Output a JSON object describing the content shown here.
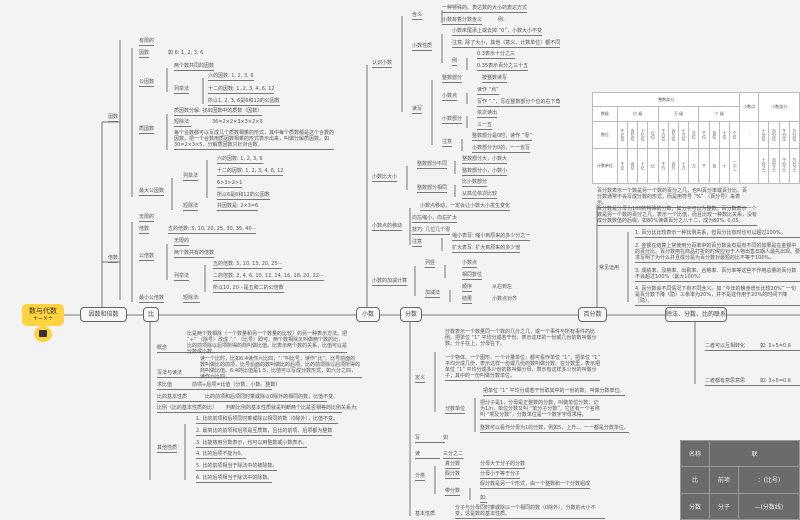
{
  "root": {
    "title": "数与代数",
    "ops": "+−×÷"
  },
  "spine": {
    "n1": "因数和倍数",
    "n2": "比",
    "n3": "小数",
    "n4": "分数",
    "n5": "百分数",
    "n6": "除法、分数、比的联系"
  },
  "factors": {
    "title": "因数",
    "finite": "有限的",
    "factor": "因数",
    "factor_ex": "如 6: 1, 2, 3, 6",
    "common": "公因数",
    "common_def": "两个数共同的因数",
    "list": "列举法",
    "six": "六的因数: 1, 2, 3, 6",
    "twelve": "十二的因数: 1, 2, 3, 4, 6, 12",
    "so": "所以1, 2, 3, 6是6和12的公因数",
    "prime": "质因数",
    "prime_split": "质因数分解: 找出因数中的质数（因数）",
    "short": "短除法:",
    "short_ex": "36=2×2×3×3×2×3",
    "prime_text": "每个合数都可以写成几个质数相乘的形式，其中每个质数都是这个合数的因数。把一个合数用质因数相乘的形式表示出来，叫做分解质因数。如30=2×3×5，分解质因数只针对合数。",
    "gcd": "最大公因数",
    "gcd_list": "列举法",
    "gcd_six": "六的因数: 1, 2, 3, 6",
    "gcd_twelve": "十二的因数: 1, 2, 3, 4, 6, 12",
    "gcd_order": "6>3>2>1",
    "gcd_so": "所以6是6和12的公因数",
    "gcd_short": "短除法",
    "gcd_res": "共因数是: 2×3=6"
  },
  "multiples": {
    "title": "倍数",
    "infinite": "无限的",
    "multiple": "倍数",
    "multiple_ex": "五的倍数: 5, 10, 20, 25, 30, 35, 40···",
    "common": "公倍数",
    "c_inf": "无限的",
    "c_def": "两个数共有的倍数",
    "list": "列举法",
    "five": "五的倍数: 5, 10, 15, 20, 25···",
    "two": "二的倍数: 2, 4, 6, 10, 12, 14, 16, 18, 20, 22···",
    "so": "所以10, 20···是五和二的公倍数",
    "lcm": "最小公倍数",
    "lcm_short": "短除法:"
  },
  "ratio": {
    "concept": "概念",
    "concept_text": "比是两个数相除（一个数量和另一个数量的比较）的另一种表示方法。把 “÷” （除号）改成 “:” （比号）即可。两个数相除又叫做两个数的比，比的前项除以后项所得的商叫做比值。比表示两个数的关系，比值可以是分数或小数。",
    "write": "写法与读法",
    "write_text": "读一个比时，比如6:4读作六比四，“:”叫比号，读作“比”。比号前面的数叫做比的前项，比号后面的数叫做比的后项。比的前项除以后项所得的商叫做比值。6:4的比值是1.5，比值可以写成分数形式，如六分之四，读作六比四。",
    "value": "求比值",
    "value_text": "前项÷后项=比值（分数、小数、整数）",
    "prop": "比的基本性质",
    "prop_text": "比的前项和后项同时乘或除以0除外的相同的数，比值不变。",
    "prop2": "比例（比的基本性质的比）",
    "prop2_text": "判断比例的基本性质就是判断两个比是否相等的比例关系为: ",
    "other": "其他性质",
    "others": [
      "1. 比的前项和后项同时乘或除以相同的数（0除外），比值不变。",
      "2. 最简比的前项和后项是互质数，且比的前项、后项都为整数",
      "3. 比能够用分数表示，也可以用整数或小数表示。",
      "4. 比的后项不能为0。",
      "5. 比的前项相当于除法中的被除数。",
      "6. 比的后项相当于除法中的除数。"
    ]
  },
  "decimal": {
    "know": "认识小数",
    "meaning": "含义",
    "meaning1": "一种特殊的、表达数的大小的表达方式",
    "meaning2": "小数有着分数含义",
    "eg": "例:",
    "nature": "小数性质",
    "nature1": "小数末尾添上或去掉 “0”，小数大小不变",
    "nature2": "注意: 除了大小，其他（意义、计数单位）都不同",
    "eg2": "例",
    "e1": "0.3表示十分之三",
    "e2": "0.35表示百分之三十五",
    "rw": "读写",
    "int": "整数部分",
    "int_r": "按整数读写",
    "point": "小数点",
    "point_r": "读作 “点”",
    "point_w": "写作 “.”，写在整数部分个位的右下角",
    "frac": "小数部分",
    "frac_r": "依次读出",
    "frac_e": "三一五",
    "note": "注意",
    "note1": "整数部分是0时，读作 “零”",
    "note2": "小数部分为0的，一一省写",
    "cmp": "小数比大小",
    "diff": "整数部分不同",
    "same": "整数部分相同",
    "d1": "整数部分大，小数大",
    "d2": "整数部分小，小数小",
    "s1": "比小数部分",
    "s2": "从高位依次比较",
    "move": "小数点的移动",
    "m0": "小数点移动，一定会让小数大小发生变化",
    "m1": "向左缩小，向右扩大",
    "m2": "技巧: 几位几个零",
    "m3": "注意",
    "m4": "缩小表写: 缩小到原来的多少分之一",
    "m5": "扩大表写: 扩大到原来的多少倍",
    "calc": "小数的加减计算",
    "col": "列竖",
    "c1": "小数点",
    "c2": "相同数位",
    "add": "加减法",
    "order": "顺序",
    "order_v": "从右到左",
    "res": "结果",
    "res_v": "小数点对齐"
  },
  "numtable": {
    "int_part": "整数部分",
    "point": "小数点",
    "dec_part": "小数部分",
    "classes": [
      "数级",
      "",
      "亿 级",
      "万 级",
      "个 级"
    ],
    "row_pos": "数位",
    "pos": [
      "千亿位",
      "百亿位",
      "十亿位",
      "亿位",
      "千万位",
      "百万位",
      "十万位",
      "万位",
      "千位",
      "百位",
      "十位",
      "个位"
    ],
    "dot": "·",
    "dec_pos": [
      "十分位",
      "百分位",
      "千分位",
      "万分位"
    ],
    "row_unit": "计数单位",
    "units": [
      "千亿",
      "百亿",
      "十亿",
      "亿",
      "千万",
      "百万",
      "十万",
      "万",
      "千",
      "百",
      "十",
      "一(个)"
    ],
    "dec_units": [
      "十分之一",
      "百分之一",
      "千分之一",
      "万分之一"
    ]
  },
  "percent": {
    "p1": "百分数表示一个数是另一个数的百分之几，也叫百分率或百分比。百分数通常不会写成分数的形式，而是用符号 “%” （百分号）来表示。",
    "p2": "百分数是分母为100的特殊的分数，其分子可以为整数。百分数表示一个数是另一个数的百分之几，表示一个比值，而且比较一种数比关系，没有成分数数值的后缀，如80%读做百分之八十二，成为80%, 0.05。",
    "usage": "常见运用",
    "items": [
      "1. 百分比比较表示一种比例关系，但百分比有时也可以超过100%。",
      "2. 金额在结算上常使用分百率中的百分数会有是有不同的如果是在金额中的百分比。百分数用在商品打折的时候应对于人物出售日期人最先出现。要求写明了为什么并且成分是为百分数对最短的比不等于100%。",
      "3. 成绩率、及格率、出勤率、合格率、百分率等这些不作用总量的百分数不会超过100%（最大100%）",
      "4. 百分数会不同情况下有不同含义。如 “今年的粮食增长比较20%” 一句是百分数下降（隐）三条率为20%，并不是这作用于20%的时间下降（隐）。"
    ]
  },
  "fraction": {
    "p0": "分数表示一个数量同一个数的几分之几，或一个事件与所有事件的比例。把单位 “1” 平均分成若干份，表示这样的一份或几份的数叫做分数。分子在上，分母在下。",
    "def": "定义",
    "def_text": "一个物体、一个图形、一个计量单位，都可看作单位 “1”，把单位 “1” 平均分成几份，表示这样一份或几份的数叫做分数。在分数里，表示把单位 “1” 平均分成多少份的数叫做分母，表示有这样多少份的叫做分子；其中的一份叫做分数单位。",
    "unit": "分数单位",
    "u1": "把单位 “1” 平均分成若干份取其中的一份的数，叫做分数单位。",
    "u2": "把分子是1，分母是正整数的分数，叫做单位分数，记为1/n，单位分数又叫 “单分子分数”，它还有一个名称叫 “埃及分数”，分数单位是一个数字字母求得。",
    "u3": "整数可以看作分母为1的分数，例如5，上升、、一一都是分数单位。",
    "write": "写",
    "write_eg": "如",
    "read": "读",
    "read_eg": "三分之二",
    "cls": "分类",
    "proper": "真分数",
    "proper_d": "分母大于分子的分数",
    "improper": "假分数",
    "improper_d": "分母小于等于分子",
    "mixed": "带分数",
    "mixed_d": "假分数是另一个形式，由一个整数和一个分数组成",
    "mixed_eg": "如:",
    "basic": "基本性质",
    "basic_text": "分子与分母同时乘或除以一个相同的数（0除外），分数的大小不变，这是数的基本性质。"
  },
  "relation": {
    "r1": "二者可以互相转化",
    "r1_eg": "如: 3÷5=0.6",
    "r2": "二者都有意思意思",
    "r2_eg": "如: 3÷5=0.6"
  },
  "reltable": {
    "h1": "名称",
    "h2": "联",
    "ratio": "比",
    "front": "前项",
    "colon": "：(比号)",
    "frac": "分数",
    "num": "分子",
    "line": "—(分数线)"
  }
}
